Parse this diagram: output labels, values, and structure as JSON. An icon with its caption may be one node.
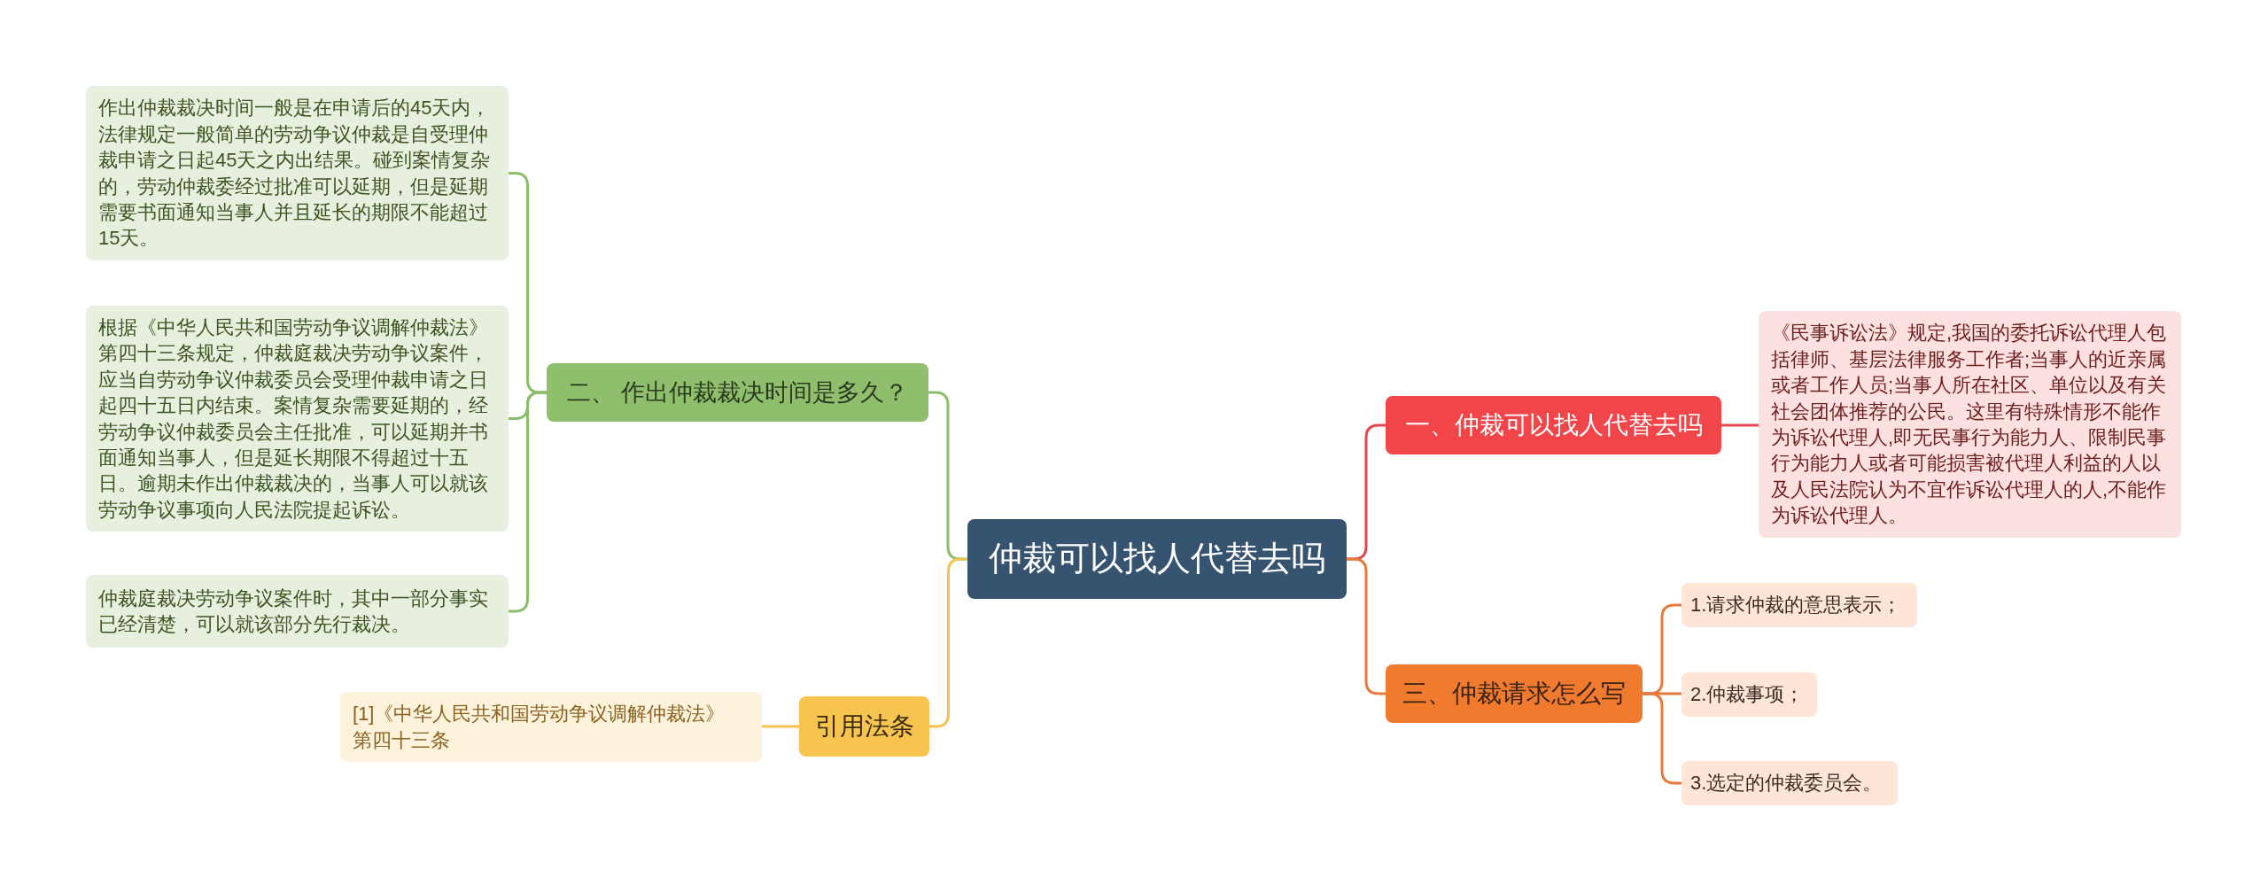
{
  "diagram": {
    "nodes": [
      {
        "text": [
          "仲裁可以找人代替去吗"
        ]
      },
      {
        "text": [
          "一、仲裁可以找人代替去吗"
        ]
      },
      {
        "text": [
          "《民事诉讼法》规定,我国的委托诉讼代理人包括律师、基层法律服务工作者;当事人的近亲属或者工作人员;当事人所在社区、单位以及有关社会团体推荐的公民。这里有特殊情形不能作为诉讼代理人,即无民事行为能力人、限制民事行为能力人或者可能损害被代理人利益的人以及人民法院认为不宜作诉讼代理人的人,不能作为诉讼代理人。"
        ]
      },
      {
        "text": [
          "二、 作出仲裁裁决时间是多久？"
        ]
      },
      {
        "text": [
          "作出仲裁裁决时间一般是在申请后的45天内，法律规定一般简单的劳动争议仲裁是自受理仲裁申请之日起45天之内出结果。碰到案情复杂的，劳动仲裁委经过批准可以延期，但是延期需要书面通知当事人并且延长的期限不能超过15天。"
        ]
      },
      {
        "text": [
          "根据《中华人民共和国劳动争议调解仲裁法》第四十三条规定，仲裁庭裁决劳动争议案件，应当自劳动争议仲裁委员会受理仲裁申请之日起四十五日内结束。案情复杂需要延期的，经劳动争议仲裁委员会主任批准，可以延期并书面通知当事人，但是延长期限不得超过十五日。逾期未作出仲裁裁决的，当事人可以就该劳动争议事项向人民法院提起诉讼。"
        ]
      },
      {
        "text": [
          "仲裁庭裁决劳动争议案件时，其中一部分事实已经清楚，可以就该部分先行裁决。"
        ]
      },
      {
        "text": [
          "三、仲裁请求怎么写"
        ]
      },
      {
        "text": [
          "1.请求仲裁的意思表示；"
        ]
      },
      {
        "text": [
          "2.仲裁事项；"
        ]
      },
      {
        "text": [
          "3.选定的仲裁委员会。"
        ]
      },
      {
        "text": [
          "引用法条"
        ]
      },
      {
        "text": [
          "[1]《中华人民共和国劳动争议调解仲裁法》第四十三条"
        ]
      }
    ],
    "edges": [
      {
        "from": 0,
        "to": 1,
        "arrow": "none",
        "color": "#e0484d"
      },
      {
        "from": 1,
        "to": 2,
        "arrow": "none",
        "color": "#e0484d"
      },
      {
        "from": 0,
        "to": 3,
        "arrow": "none",
        "color": "#8bbd6a"
      },
      {
        "from": 3,
        "to": 4,
        "arrow": "none",
        "color": "#8bbd6a"
      },
      {
        "from": 3,
        "to": 5,
        "arrow": "none",
        "color": "#8bbd6a"
      },
      {
        "from": 3,
        "to": 6,
        "arrow": "none",
        "color": "#8bbd6a"
      },
      {
        "from": 0,
        "to": 7,
        "arrow": "none",
        "color": "#e8793a"
      },
      {
        "from": 7,
        "to": 8,
        "arrow": "none",
        "color": "#e8793a"
      },
      {
        "from": 7,
        "to": 9,
        "arrow": "none",
        "color": "#e8793a"
      },
      {
        "from": 7,
        "to": 10,
        "arrow": "none",
        "color": "#e8793a"
      },
      {
        "from": 0,
        "to": 11,
        "arrow": "none",
        "color": "#f3c252"
      },
      {
        "from": 11,
        "to": 12,
        "arrow": "none",
        "color": "#f3c252"
      }
    ]
  }
}
